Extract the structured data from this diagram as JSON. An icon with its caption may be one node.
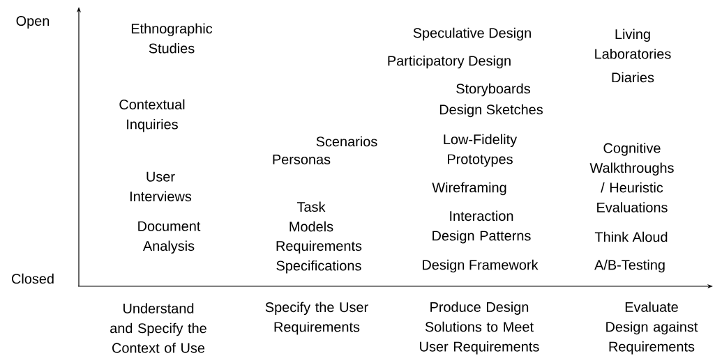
{
  "diagram": {
    "labels": [
      "Open",
      "Closed",
      "Ethnographic Studies",
      "Contextual Inquiries",
      "User Interviews",
      "Document Analysis",
      "Scenarios",
      "Personas",
      "Task Models",
      "Requirements Specifications",
      "Speculative Design",
      "Participatory Design",
      "Storyboards",
      "Design Sketches",
      "Low-Fidelity Prototypes",
      "Wireframing",
      "Interaction Design Patterns",
      "Design Framework",
      "Living Laboratories",
      "Diaries",
      "Cognitive Walkthroughs / Heuristic Evaluations",
      "Think Aloud",
      "A/B-Testing",
      "Understand and Specify the Context of Use",
      "Specify the User Requirements",
      "Produce Design Solutions to Meet User Requirements",
      "Evaluate Design against Requirements"
    ]
  }
}
